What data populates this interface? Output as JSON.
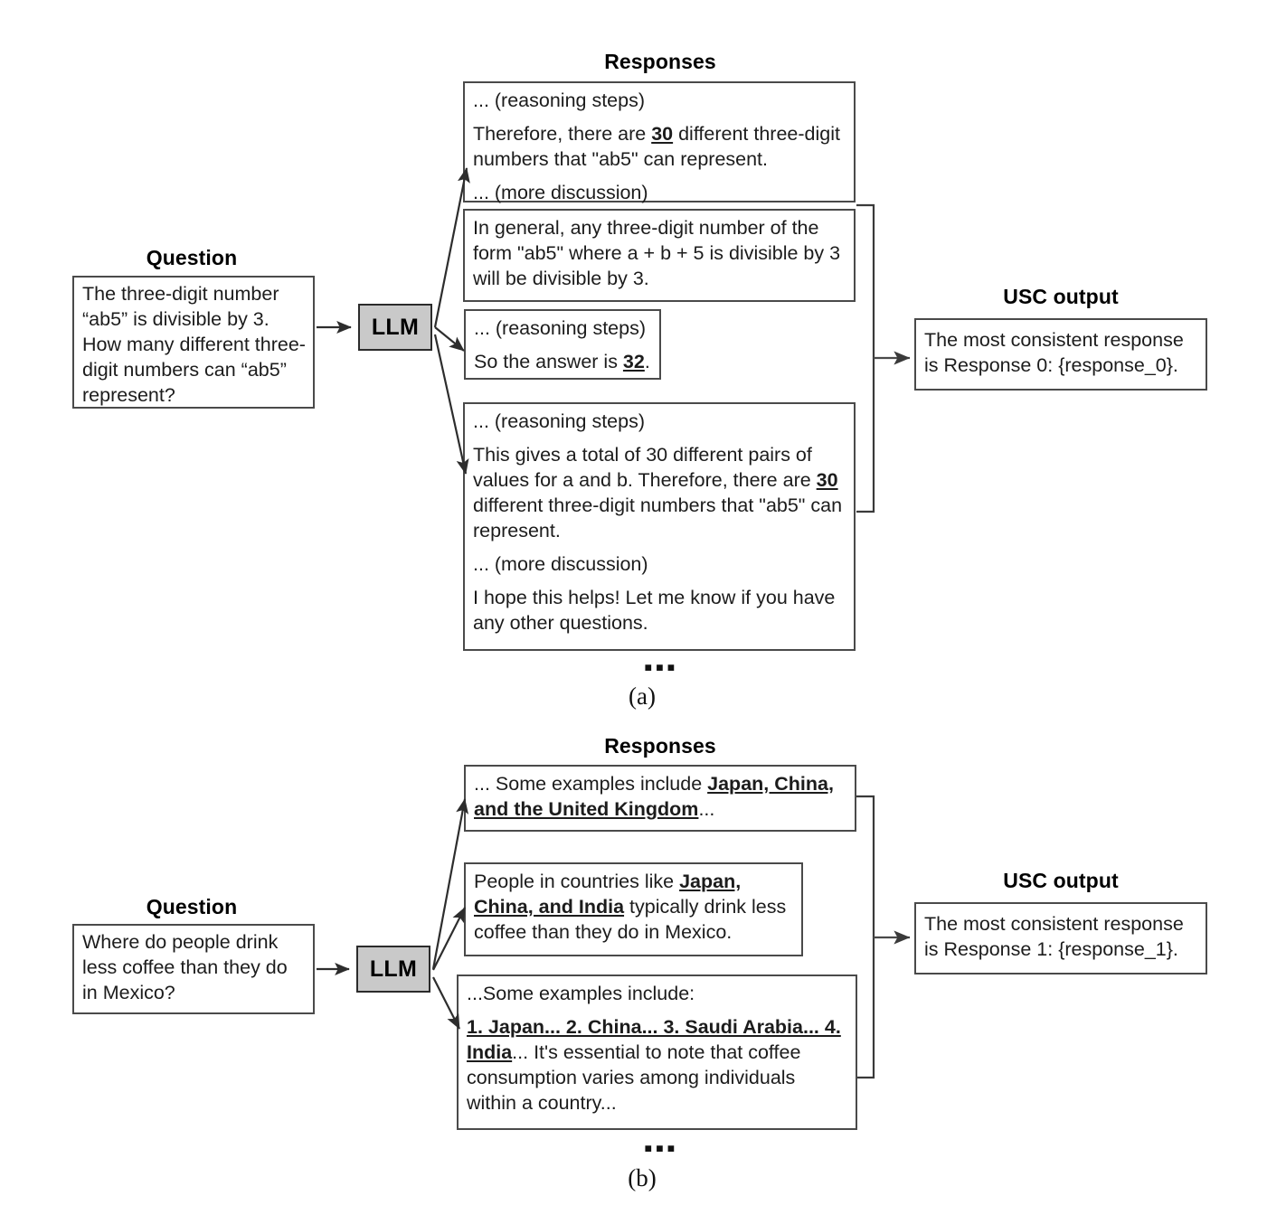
{
  "figure": {
    "panels": [
      {
        "caption": "(a)",
        "question_header": "Question",
        "responses_header": "Responses",
        "usc_header": "USC output",
        "llm_label": "LLM",
        "ellipsis": "▪▪▪",
        "question_text": "The three-digit number “ab5” is divisible by 3. How many different three-digit numbers can “ab5” represent?",
        "responses": [
          {
            "lines": [
              {
                "segments": [
                  {
                    "text": "... (reasoning steps)",
                    "style": "normal"
                  }
                ]
              },
              {
                "segments": [
                  {
                    "text": "Therefore, there are ",
                    "style": "normal"
                  },
                  {
                    "text": "30",
                    "style": "bold-underline"
                  },
                  {
                    "text": " different three-digit numbers that \"ab5\" can represent.",
                    "style": "normal"
                  }
                ]
              },
              {
                "segments": [
                  {
                    "text": "... (more discussion)",
                    "style": "normal"
                  }
                ]
              }
            ]
          },
          {
            "lines": [
              {
                "segments": [
                  {
                    "text": "In general, any three-digit number of the form \"ab5\" where a + b + 5 is divisible by 3 will be divisible by 3.",
                    "style": "normal"
                  }
                ]
              }
            ]
          },
          {
            "lines": [
              {
                "segments": [
                  {
                    "text": "... (reasoning steps)",
                    "style": "normal"
                  }
                ]
              },
              {
                "segments": [
                  {
                    "text": "So the answer is ",
                    "style": "normal"
                  },
                  {
                    "text": "32",
                    "style": "bold-underline"
                  },
                  {
                    "text": ".",
                    "style": "normal"
                  }
                ]
              }
            ]
          },
          {
            "lines": [
              {
                "segments": [
                  {
                    "text": "... (reasoning steps)",
                    "style": "normal"
                  }
                ]
              },
              {
                "segments": [
                  {
                    "text": "This gives a total of 30 different pairs of values for a and b. Therefore, there are ",
                    "style": "normal"
                  },
                  {
                    "text": "30",
                    "style": "bold-underline"
                  },
                  {
                    "text": " different three-digit numbers that \"ab5\" can represent.",
                    "style": "normal"
                  }
                ]
              },
              {
                "segments": [
                  {
                    "text": "... (more discussion)",
                    "style": "normal"
                  }
                ]
              },
              {
                "segments": [
                  {
                    "text": "I hope this helps! Let me know if you have any other questions.",
                    "style": "normal"
                  }
                ]
              }
            ]
          }
        ],
        "usc_text": "The most consistent response is Response 0: {response_0}."
      },
      {
        "caption": "(b)",
        "question_header": "Question",
        "responses_header": "Responses",
        "usc_header": "USC output",
        "llm_label": "LLM",
        "ellipsis": "▪▪▪",
        "question_text": "Where do people drink less coffee than they do in Mexico?",
        "responses": [
          {
            "lines": [
              {
                "segments": [
                  {
                    "text": "... Some examples include ",
                    "style": "normal"
                  },
                  {
                    "text": "Japan, China, and the United Kingdom",
                    "style": "bold-underline"
                  },
                  {
                    "text": "...",
                    "style": "normal"
                  }
                ]
              }
            ]
          },
          {
            "lines": [
              {
                "segments": [
                  {
                    "text": "People in countries like ",
                    "style": "normal"
                  },
                  {
                    "text": "Japan, China, and India",
                    "style": "bold-underline"
                  },
                  {
                    "text": " typically drink less coffee than they do in Mexico.",
                    "style": "normal"
                  }
                ]
              }
            ]
          },
          {
            "lines": [
              {
                "segments": [
                  {
                    "text": "...Some examples include:",
                    "style": "normal"
                  }
                ]
              },
              {
                "segments": [
                  {
                    "text": "1. Japan... 2. China... 3. Saudi Arabia... 4. India",
                    "style": "bold-underline"
                  },
                  {
                    "text": "... It's essential to note that coffee consumption varies among individuals within a country...",
                    "style": "normal"
                  }
                ]
              }
            ]
          }
        ],
        "usc_text": "The most consistent response is Response 1: {response_1}."
      }
    ],
    "colors": {
      "llm_fill": "#c9c9c9",
      "box_border": "#4a4a4a",
      "arrow": "#333333",
      "text": "#1c1c1c"
    }
  }
}
